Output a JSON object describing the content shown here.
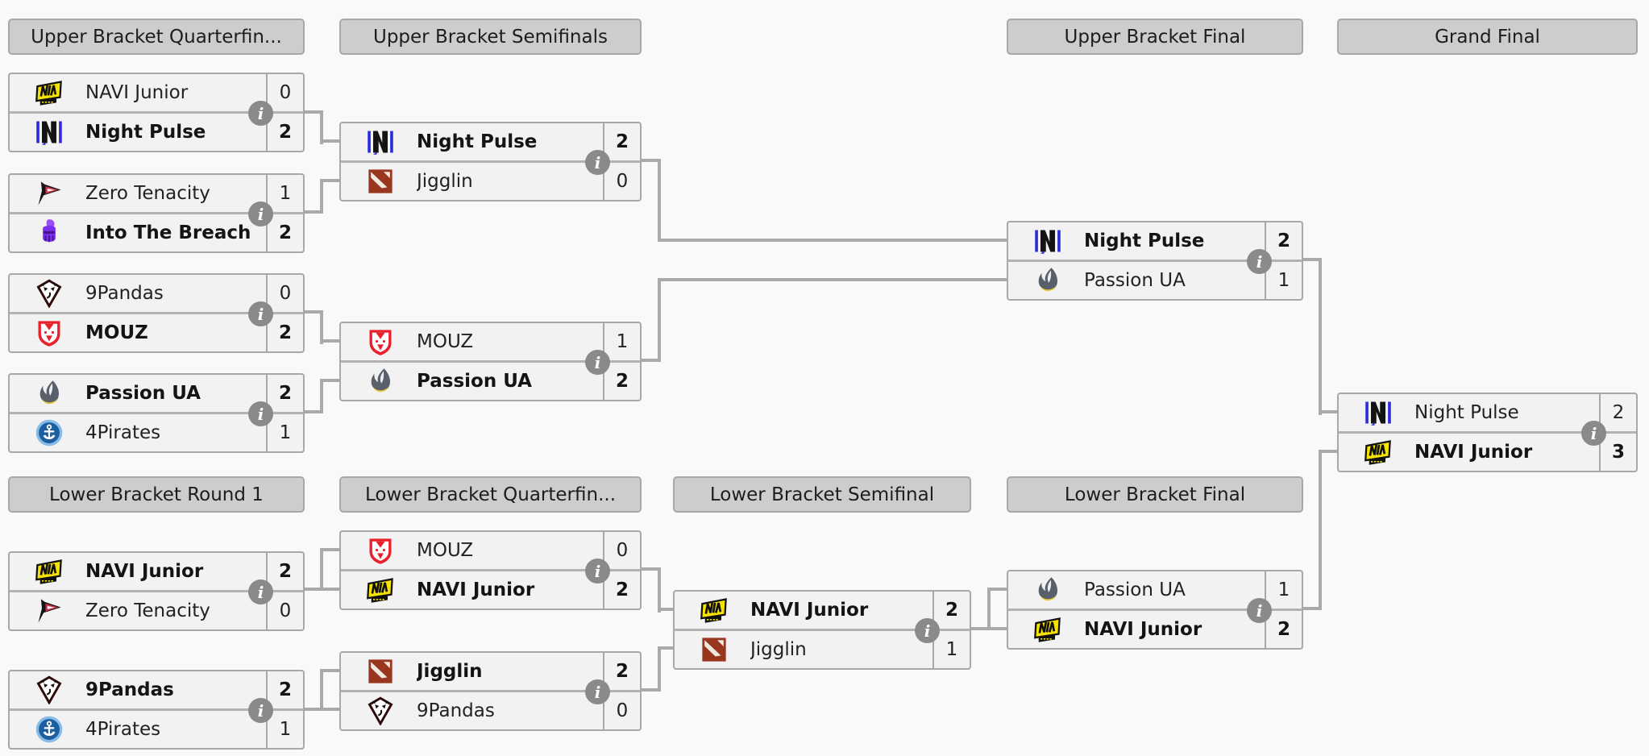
{
  "page": {
    "background": "#f8f9fb"
  },
  "colors": {
    "header_bg": "#cdcdcd",
    "row_bg": "#f2f2f3",
    "border": "#a8a8a8",
    "connector": "#a9a9a9",
    "info_icon_bg": "#8a8a8a",
    "winner_text": "#141414"
  },
  "info_icon_glyph": "i",
  "headers": {
    "ub_qf": "Upper Bracket Quarterfin...",
    "ub_sf": "Upper Bracket Semifinals",
    "ub_f": "Upper Bracket Final",
    "gf": "Grand Final",
    "lb_r1": "Lower Bracket Round 1",
    "lb_qf": "Lower Bracket Quarterfin...",
    "lb_sf": "Lower Bracket Semifinal",
    "lb_f": "Lower Bracket Final"
  },
  "team_logo_icons": [
    "navi-junior-logo-icon",
    "night-pulse-logo-icon",
    "zero-tenacity-logo-icon",
    "into-the-breach-logo-icon",
    "9pandas-logo-icon",
    "mouz-logo-icon",
    "passion-ua-logo-icon",
    "4pirates-logo-icon",
    "jigglin-logo-icon"
  ],
  "matches": {
    "ub_qf_1": {
      "top": {
        "team": "NAVI Junior",
        "score": "0",
        "winner": false,
        "logo": "navi-junior"
      },
      "bottom": {
        "team": "Night Pulse",
        "score": "2",
        "winner": true,
        "logo": "night-pulse"
      }
    },
    "ub_qf_2": {
      "top": {
        "team": "Zero Tenacity",
        "score": "1",
        "winner": false,
        "logo": "zero-tenacity"
      },
      "bottom": {
        "team": "Into The Breach",
        "score": "2",
        "winner": true,
        "logo": "into-the-breach"
      }
    },
    "ub_qf_3": {
      "top": {
        "team": "9Pandas",
        "score": "0",
        "winner": false,
        "logo": "9pandas"
      },
      "bottom": {
        "team": "MOUZ",
        "score": "2",
        "winner": true,
        "logo": "mouz"
      }
    },
    "ub_qf_4": {
      "top": {
        "team": "Passion UA",
        "score": "2",
        "winner": true,
        "logo": "passion-ua"
      },
      "bottom": {
        "team": "4Pirates",
        "score": "1",
        "winner": false,
        "logo": "4pirates"
      }
    },
    "ub_sf_1": {
      "top": {
        "team": "Night Pulse",
        "score": "2",
        "winner": true,
        "logo": "night-pulse"
      },
      "bottom": {
        "team": "Jigglin",
        "score": "0",
        "winner": false,
        "logo": "jigglin"
      }
    },
    "ub_sf_2": {
      "top": {
        "team": "MOUZ",
        "score": "1",
        "winner": false,
        "logo": "mouz"
      },
      "bottom": {
        "team": "Passion UA",
        "score": "2",
        "winner": true,
        "logo": "passion-ua"
      }
    },
    "ub_final": {
      "top": {
        "team": "Night Pulse",
        "score": "2",
        "winner": true,
        "logo": "night-pulse"
      },
      "bottom": {
        "team": "Passion UA",
        "score": "1",
        "winner": false,
        "logo": "passion-ua"
      }
    },
    "grand_final": {
      "top": {
        "team": "Night Pulse",
        "score": "2",
        "winner": false,
        "logo": "night-pulse"
      },
      "bottom": {
        "team": "NAVI Junior",
        "score": "3",
        "winner": true,
        "logo": "navi-junior"
      }
    },
    "lb_r1_1": {
      "top": {
        "team": "NAVI Junior",
        "score": "2",
        "winner": true,
        "logo": "navi-junior"
      },
      "bottom": {
        "team": "Zero Tenacity",
        "score": "0",
        "winner": false,
        "logo": "zero-tenacity"
      }
    },
    "lb_r1_2": {
      "top": {
        "team": "9Pandas",
        "score": "2",
        "winner": true,
        "logo": "9pandas"
      },
      "bottom": {
        "team": "4Pirates",
        "score": "1",
        "winner": false,
        "logo": "4pirates"
      }
    },
    "lb_qf_1": {
      "top": {
        "team": "MOUZ",
        "score": "0",
        "winner": false,
        "logo": "mouz"
      },
      "bottom": {
        "team": "NAVI Junior",
        "score": "2",
        "winner": true,
        "logo": "navi-junior"
      }
    },
    "lb_qf_2": {
      "top": {
        "team": "Jigglin",
        "score": "2",
        "winner": true,
        "logo": "jigglin"
      },
      "bottom": {
        "team": "9Pandas",
        "score": "0",
        "winner": false,
        "logo": "9pandas"
      }
    },
    "lb_sf": {
      "top": {
        "team": "NAVI Junior",
        "score": "2",
        "winner": true,
        "logo": "navi-junior"
      },
      "bottom": {
        "team": "Jigglin",
        "score": "1",
        "winner": false,
        "logo": "jigglin"
      }
    },
    "lb_final": {
      "top": {
        "team": "Passion UA",
        "score": "1",
        "winner": false,
        "logo": "passion-ua"
      },
      "bottom": {
        "team": "NAVI Junior",
        "score": "2",
        "winner": true,
        "logo": "navi-junior"
      }
    }
  }
}
